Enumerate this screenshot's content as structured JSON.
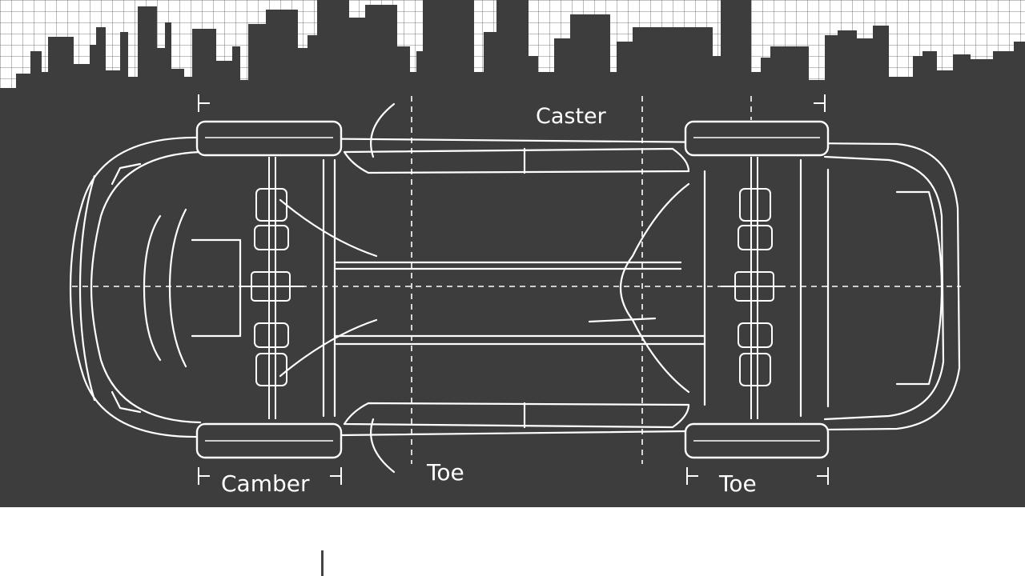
{
  "diagram": {
    "labels": {
      "camber": "Camber",
      "caster": "Caster",
      "toe_middle": "Toe",
      "toe_right": "Toe"
    }
  }
}
